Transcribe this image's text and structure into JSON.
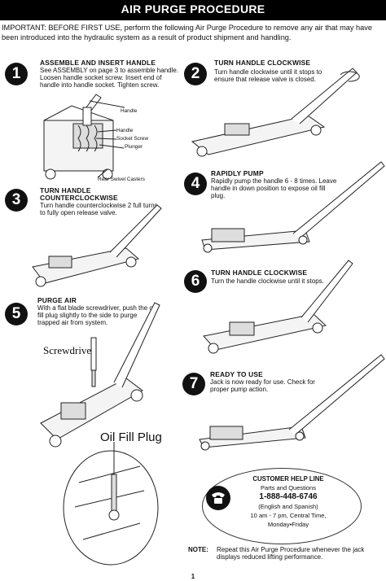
{
  "header": {
    "title": "AIR PURGE PROCEDURE"
  },
  "intro": "IMPORTANT: BEFORE FIRST USE, perform the following Air Purge Procedure to remove any air that may have been introduced into the hydraulic system as a result of product shipment and handling.",
  "steps": [
    {
      "number": "1",
      "title": "ASSEMBLE AND INSERT HANDLE",
      "text": "See ASSEMBLY on page 3 to assemble handle. Loosen handle socket screw. Insert end of handle into handle socket. Tighten screw."
    },
    {
      "number": "2",
      "title": "TURN HANDLE CLOCKWISE",
      "text": "Turn handle clockwise until it stops to ensure that release valve is closed."
    },
    {
      "number": "3",
      "title": "TURN HANDLE COUNTERCLOCKWISE",
      "text": "Turn handle counterclockwise 2 full turns to fully open release valve."
    },
    {
      "number": "4",
      "title": "RAPIDLY PUMP",
      "text": "Rapidly pump the handle 6 - 8 times. Leave handle in down position to expose oil fill plug."
    },
    {
      "number": "5",
      "title": "PURGE AIR",
      "text": "With a flat blade screwdriver, push the oil fill plug slightly to the side to purge trapped air from system."
    },
    {
      "number": "6",
      "title": "TURN HANDLE CLOCKWISE",
      "text": "Turn the handle clockwise until it stops."
    },
    {
      "number": "7",
      "title": "READY TO USE",
      "text": "Jack is now ready for use. Check for proper pump action."
    }
  ],
  "step1_labels": {
    "handle": "Handle",
    "handle2": "Handle",
    "socket_screw": "Socket Screw",
    "plunger": "Plunger",
    "casters": "Rear Swivel Casters"
  },
  "step5_labels": {
    "screwdriver": "Screwdriver",
    "oil_fill_plug": "Oil Fill Plug"
  },
  "help_line": {
    "title": "CUSTOMER HELP LINE",
    "subtitle": "Parts and Questions",
    "phone": "1-888-448-6746",
    "languages": "(English and Spanish)",
    "hours": "10 am - 7 pm, Central Time,",
    "days": "Monday•Friday",
    "icon": "telephone-icon"
  },
  "note": {
    "label": "NOTE:",
    "text": "Repeat this Air Purge Procedure whenever the jack displays reduced lifting performance."
  },
  "page_number": "1"
}
